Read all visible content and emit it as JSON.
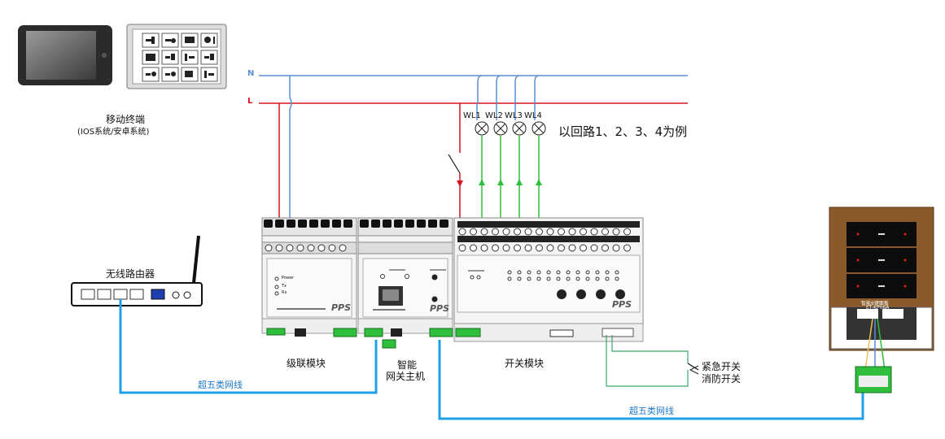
{
  "lines": {
    "neutral": "N",
    "live": "L"
  },
  "devices": {
    "mobile_terminal": "移动终端",
    "mobile_os": "(IOS系统/安卓系统)",
    "router": "无线路由器",
    "cascade_module": "级联模块",
    "gateway_line1": "智能",
    "gateway_line2": "网关主机",
    "switch_module": "开关模块",
    "panel_name": "智能6键面板",
    "panel_model": "ET-KP06A"
  },
  "lamps": [
    "WL1",
    "WL2",
    "WL3",
    "WL4"
  ],
  "lamp_note": "以回路1、2、3、4为例",
  "cables": {
    "cable_left": "超五类网线",
    "cable_right": "超五类网线"
  },
  "emergency": {
    "line1": "紧急开关",
    "line2": "消防开关"
  },
  "brand": "PPS",
  "indicators": {
    "power": "Power",
    "tx": "Tx",
    "rx": "Rx"
  },
  "colors": {
    "neutral": "#5b8fd6",
    "live": "#d6141e",
    "signal": "#2fbf3c",
    "network": "#1ea0e6",
    "panel_wood": "#8a5a2b"
  }
}
